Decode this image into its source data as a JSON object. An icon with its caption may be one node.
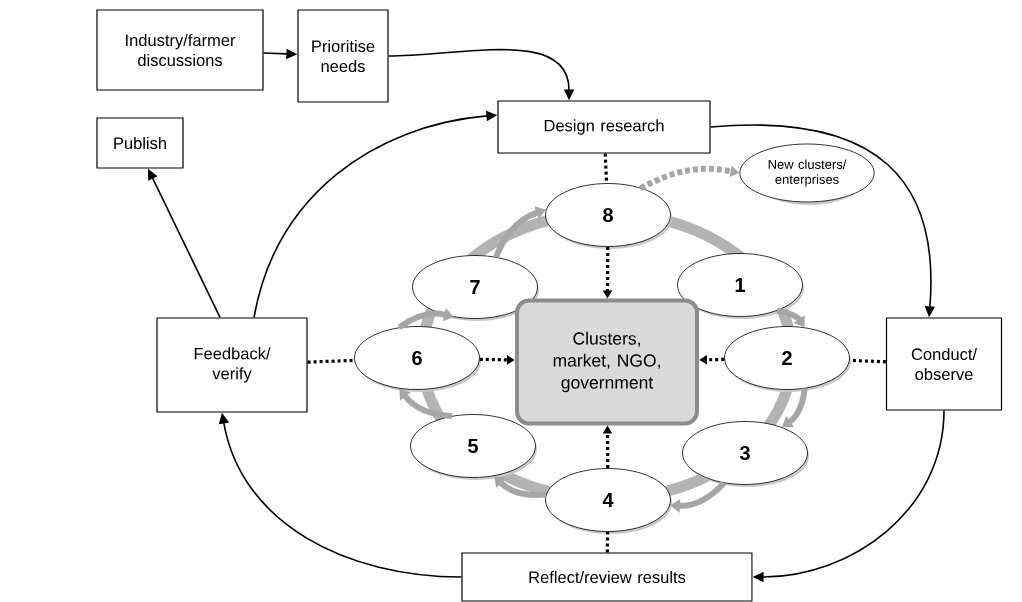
{
  "diagram": {
    "nodes": [
      {
        "text": [
          "Industry/farmer discussions"
        ]
      },
      {
        "text": [
          "Prioritise needs"
        ]
      },
      {
        "text": [
          "Design research"
        ]
      },
      {
        "text": [
          "Publish"
        ]
      },
      {
        "text": [
          "New clusters/ enterprises"
        ]
      },
      {
        "text": [
          "8"
        ]
      },
      {
        "text": [
          "7"
        ]
      },
      {
        "text": [
          "1"
        ]
      },
      {
        "text": [
          "Feedback/ verify"
        ]
      },
      {
        "text": [
          "6"
        ]
      },
      {
        "text": [
          "Clusters, market, NGO, government"
        ]
      },
      {
        "text": [
          "2"
        ]
      },
      {
        "text": [
          "Conduct/ observe"
        ]
      },
      {
        "text": [
          "5"
        ]
      },
      {
        "text": [
          "3"
        ]
      },
      {
        "text": [
          "4"
        ]
      },
      {
        "text": [
          "Reflect/review results"
        ]
      }
    ],
    "edges": [
      {
        "from": 0,
        "to": 1,
        "arrow": "to"
      },
      {
        "from": 1,
        "to": 2,
        "arrow": "to"
      },
      {
        "from": 2,
        "to": 12,
        "arrow": "to"
      },
      {
        "from": 12,
        "to": 16,
        "arrow": "to"
      },
      {
        "from": 16,
        "to": 8,
        "arrow": "to"
      },
      {
        "from": 8,
        "to": 2,
        "arrow": "to"
      },
      {
        "from": 8,
        "to": 3,
        "arrow": "to"
      },
      {
        "from": 2,
        "to": 5,
        "arrow": "none",
        "style": "dashed"
      },
      {
        "from": 5,
        "to": 10,
        "arrow": "to",
        "style": "dashed"
      },
      {
        "from": 8,
        "to": 9,
        "arrow": "none",
        "style": "dashed"
      },
      {
        "from": 9,
        "to": 10,
        "arrow": "to",
        "style": "dashed"
      },
      {
        "from": 12,
        "to": 11,
        "arrow": "none",
        "style": "dashed"
      },
      {
        "from": 11,
        "to": 10,
        "arrow": "to",
        "style": "dashed"
      },
      {
        "from": 16,
        "to": 15,
        "arrow": "none",
        "style": "dashed"
      },
      {
        "from": 15,
        "to": 10,
        "arrow": "to",
        "style": "dashed"
      },
      {
        "from": 5,
        "to": 4,
        "arrow": "to",
        "style": "dashed",
        "color": "#a6a6a6"
      },
      {
        "from": 7,
        "to": 11,
        "arrow": "to",
        "style": "thick",
        "color": "#a6a6a6"
      },
      {
        "from": 11,
        "to": 14,
        "arrow": "to",
        "style": "thick",
        "color": "#a6a6a6"
      },
      {
        "from": 14,
        "to": 15,
        "arrow": "to",
        "style": "thick",
        "color": "#a6a6a6"
      },
      {
        "from": 15,
        "to": 13,
        "arrow": "to",
        "style": "thick",
        "color": "#a6a6a6"
      },
      {
        "from": 13,
        "to": 9,
        "arrow": "to",
        "style": "thick",
        "color": "#a6a6a6"
      },
      {
        "from": 9,
        "to": 6,
        "arrow": "to",
        "style": "thick",
        "color": "#a6a6a6"
      },
      {
        "from": 6,
        "to": 5,
        "arrow": "to",
        "style": "thick",
        "color": "#a6a6a6"
      }
    ]
  }
}
